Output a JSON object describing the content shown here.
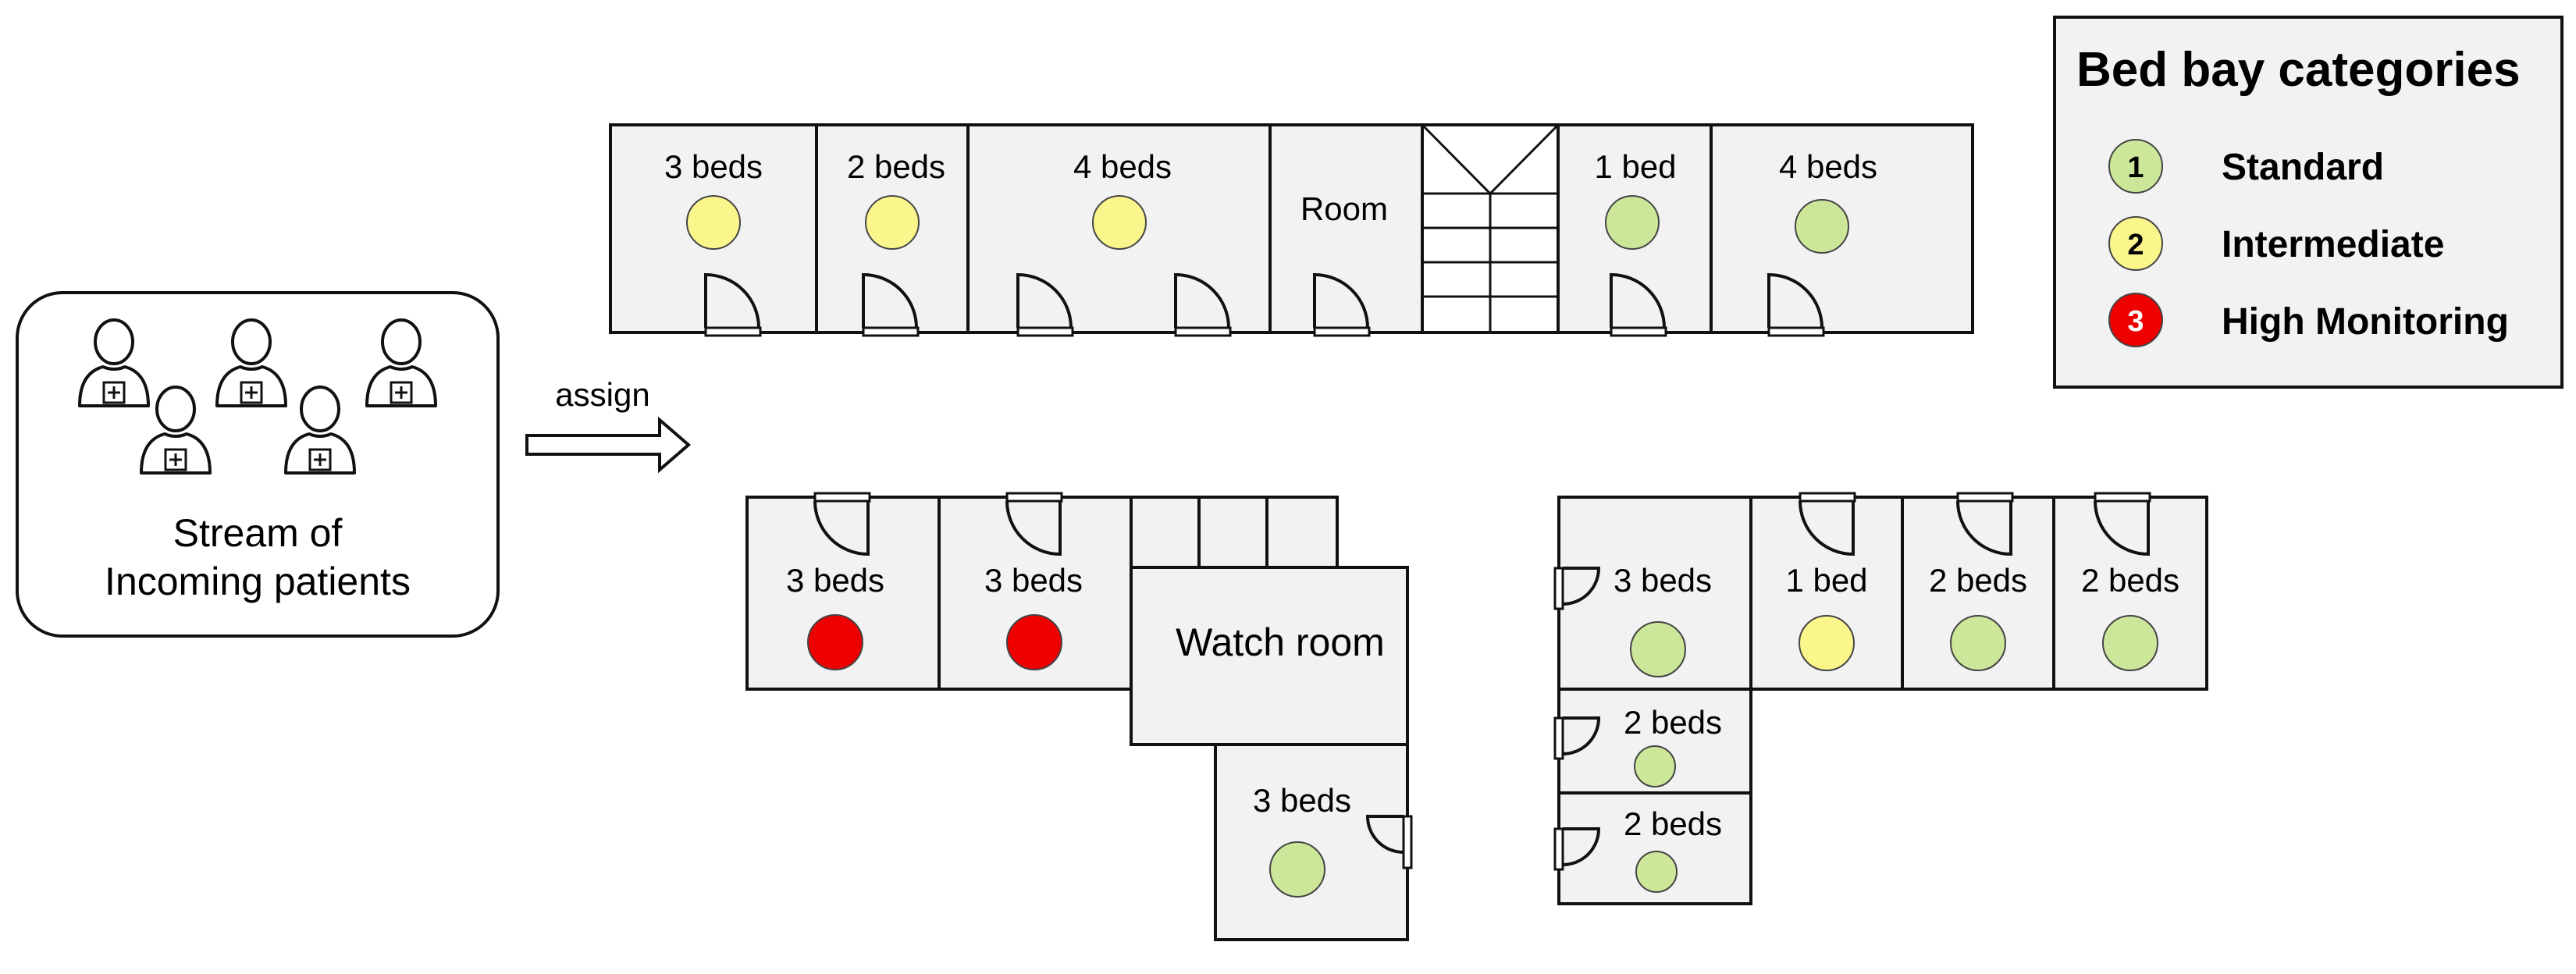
{
  "colors": {
    "standard": "#cce69a",
    "intermediate": "#fbf68c",
    "high": "#ee0000",
    "room_fill": "#f2f2f2",
    "stroke": "#111111"
  },
  "patients": {
    "label_line1": "Stream of",
    "label_line2": "Incoming patients",
    "icon": "patient-icon"
  },
  "assign_label": "assign",
  "top_wing": {
    "bays": [
      "3 beds",
      "2 beds",
      "4 beds",
      "Room",
      "1 bed",
      "4 beds"
    ]
  },
  "left_wing": {
    "bays": [
      "3 beds",
      "3 beds",
      "Watch room",
      "3 beds"
    ]
  },
  "right_wing": {
    "bays": [
      "3 beds",
      "1 bed",
      "2 beds",
      "2 beds",
      "2 beds",
      "2 beds"
    ]
  },
  "legend": {
    "title": "Bed bay categories",
    "items": [
      {
        "num": "1",
        "label": "Standard",
        "category": "standard"
      },
      {
        "num": "2",
        "label": "Intermediate",
        "category": "intermediate"
      },
      {
        "num": "3",
        "label": "High Monitoring",
        "category": "high"
      }
    ]
  }
}
